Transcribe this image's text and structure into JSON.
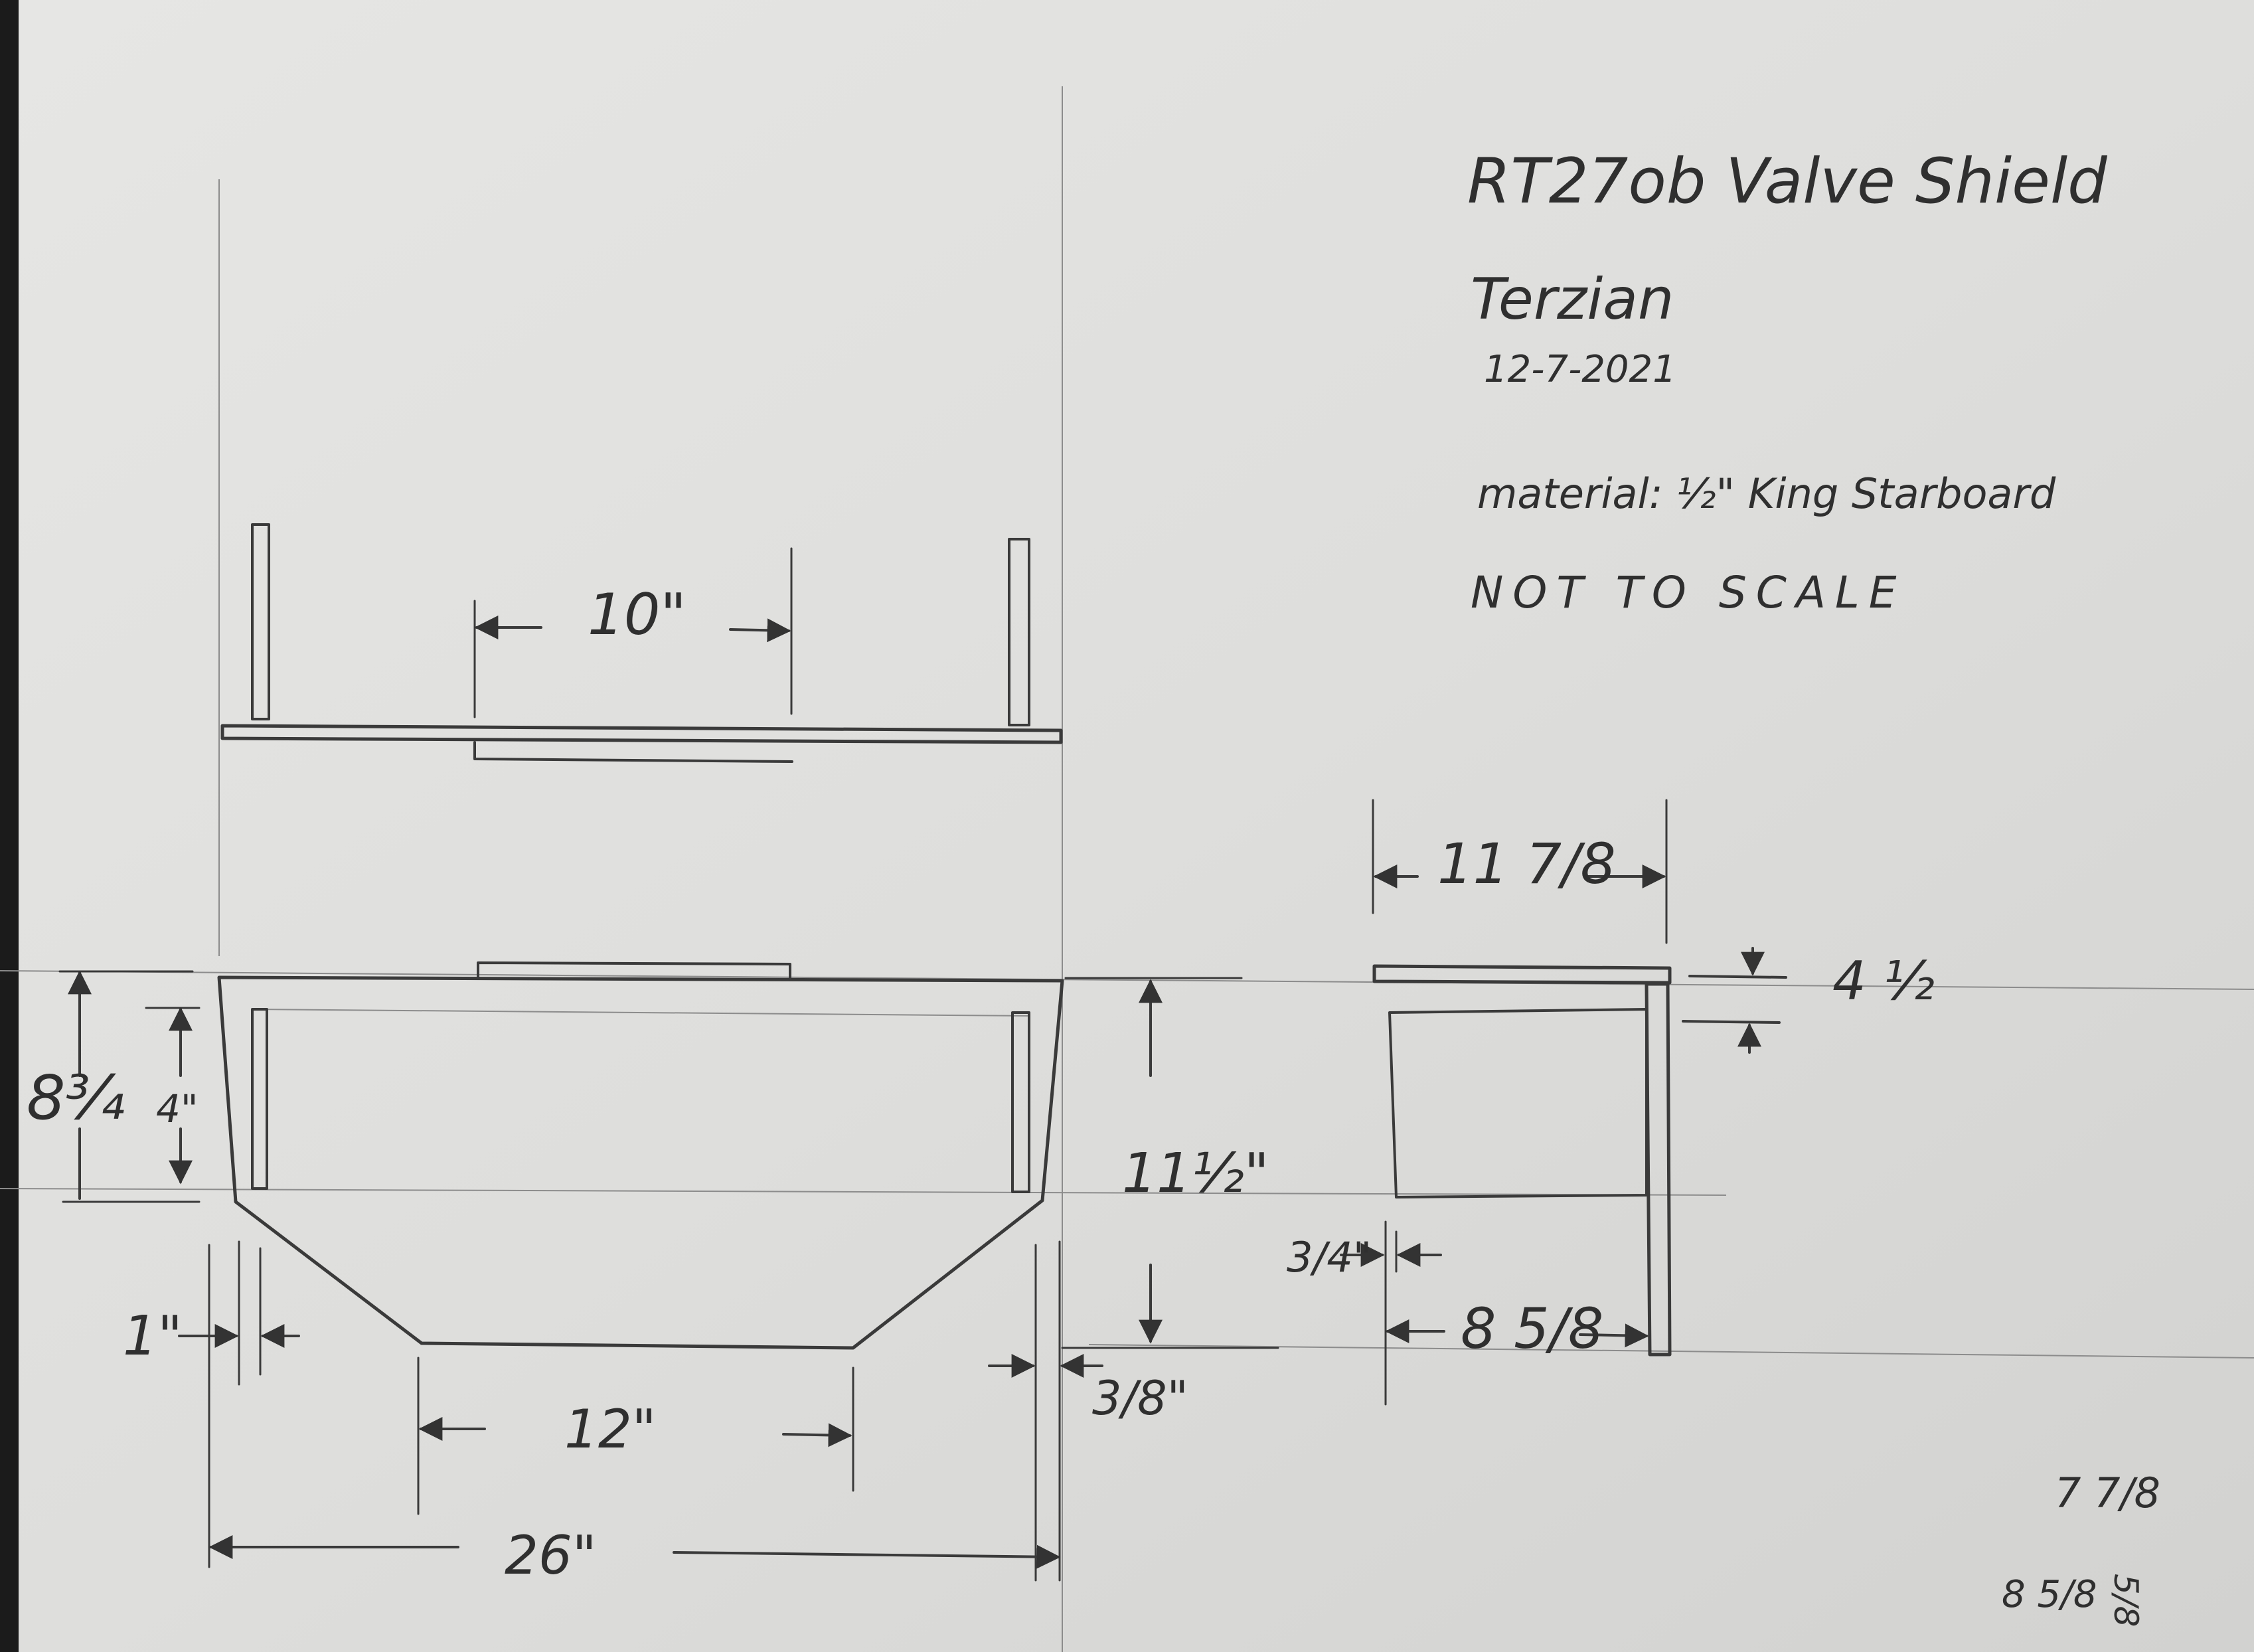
{
  "title_block": {
    "title": "RT27ob Valve Shield",
    "author": "Terzian",
    "date": "12-7-2021",
    "material": "material: ½\" King Starboard",
    "scale_note": "NOT TO SCALE"
  },
  "top_view": {
    "dim_inner": "10\""
  },
  "front_view": {
    "dim_total_height": "8¾",
    "dim_upright_height": "4\"",
    "dim_height_right": "11½\"",
    "dim_left_offset": "1\"",
    "dim_bottom_width": "12\"",
    "dim_right_offset": "3/8\"",
    "dim_total_width": "26\""
  },
  "side_view": {
    "dim_top_width": "11 7/8",
    "dim_thickness": "4 ½",
    "dim_inset": "3/4\"",
    "dim_bottom_width": "8 5/8"
  },
  "margin_notes": {
    "note_a": "7 7/8",
    "note_b": "8 5/8",
    "note_c": "5/8"
  }
}
